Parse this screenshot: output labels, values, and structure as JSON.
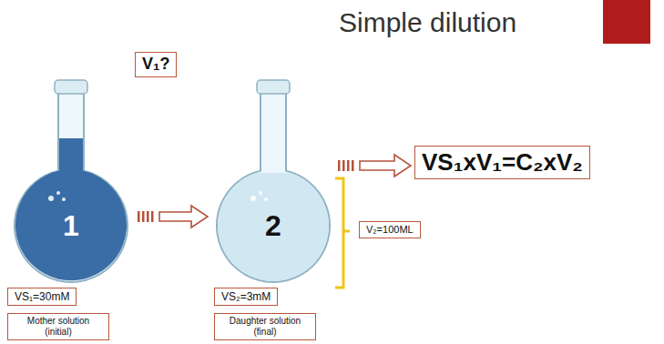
{
  "diagram": {
    "title": "Simple dilution",
    "nodes": [
      {
        "text": [
          "V₁?"
        ]
      },
      {
        "text": [
          "1"
        ]
      },
      {
        "text": [
          "2"
        ]
      },
      {
        "text": [
          "VS₁xV₁=C₂xV₂"
        ]
      },
      {
        "text": [
          "V₂=100ML"
        ]
      },
      {
        "text": [
          "VS₁=30mM"
        ]
      },
      {
        "text": [
          "Mother solution (initial)"
        ]
      },
      {
        "text": [
          "VS₂=3mM"
        ]
      },
      {
        "text": [
          "Daughter solution (final)"
        ]
      }
    ],
    "edges": [
      {
        "from": 1,
        "to": 2,
        "arrow": "to"
      },
      {
        "from": 2,
        "to": 3,
        "arrow": "to"
      }
    ]
  }
}
